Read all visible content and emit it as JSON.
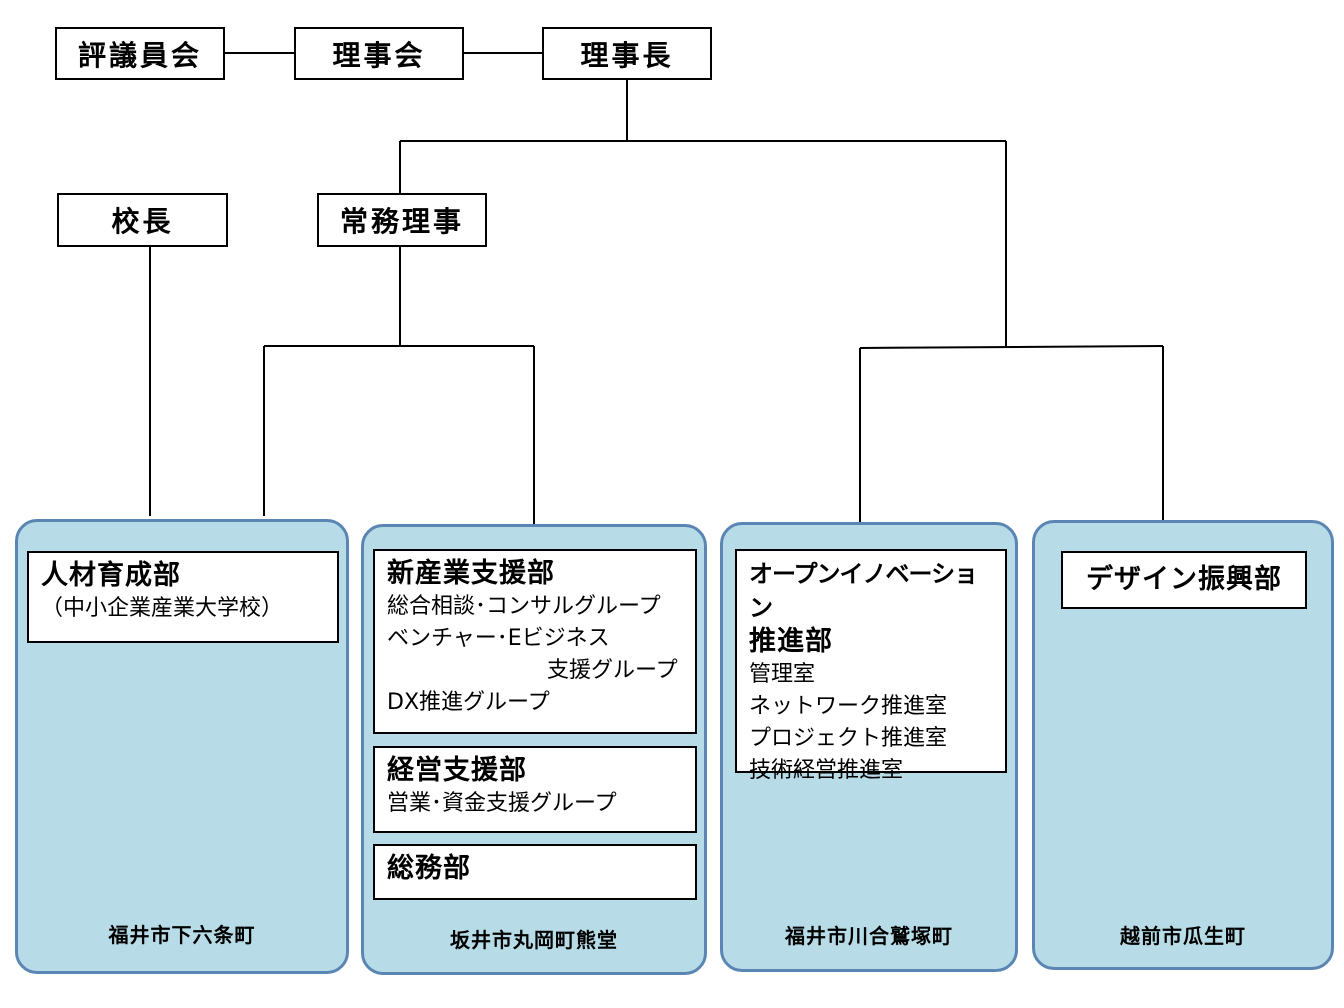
{
  "top": {
    "hyogiinkai": "評議員会",
    "rijikai": "理事会",
    "rijicho": "理事長",
    "kocho": "校長",
    "jomu_riji": "常務理事"
  },
  "panels": [
    {
      "location": "福井市下六条町",
      "depts": [
        {
          "title": "人材育成部",
          "lines": [
            "（中小企業産業大学校）"
          ]
        }
      ]
    },
    {
      "location": "坂井市丸岡町熊堂",
      "depts": [
        {
          "title": "新産業支援部",
          "lines": [
            "総合相談･コンサルグループ",
            "ベンチャー･Eビジネス",
            "支援グループ",
            "DX推進グループ"
          ]
        },
        {
          "title": "経営支援部",
          "lines": [
            "営業･資金支援グループ"
          ]
        },
        {
          "title": "総務部",
          "lines": []
        }
      ]
    },
    {
      "location": "福井市川合鷲塚町",
      "depts": [
        {
          "title_line1": "オープンイノベーション",
          "title_line2": "推進部",
          "lines": [
            "管理室",
            "ネットワーク推進室",
            "プロジェクト推進室",
            "技術経営推進室"
          ]
        }
      ]
    },
    {
      "location": "越前市瓜生町",
      "depts": [
        {
          "title": "デザイン振興部",
          "lines": []
        }
      ]
    }
  ]
}
